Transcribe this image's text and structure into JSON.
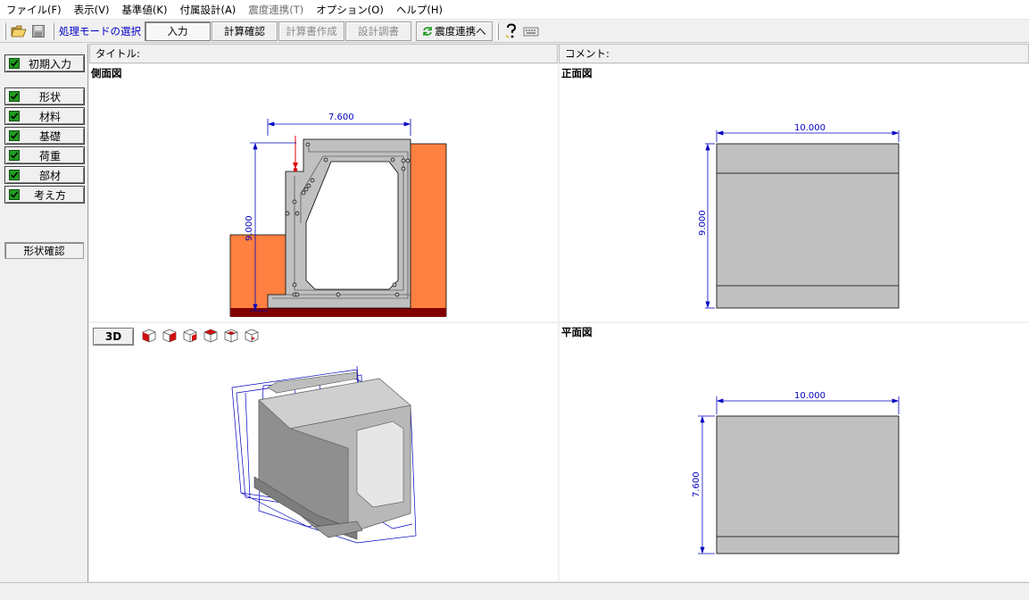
{
  "menu": {
    "items": [
      {
        "label": "ファイル(F)",
        "enabled": true
      },
      {
        "label": "表示(V)",
        "enabled": true
      },
      {
        "label": "基準値(K)",
        "enabled": true
      },
      {
        "label": "付属設計(A)",
        "enabled": true
      },
      {
        "label": "震度連携(T)",
        "enabled": false
      },
      {
        "label": "オプション(O)",
        "enabled": true
      },
      {
        "label": "ヘルプ(H)",
        "enabled": true
      }
    ]
  },
  "toolbar": {
    "mode_label": "処理モードの選択",
    "modes": [
      {
        "label": "入力",
        "state": "active"
      },
      {
        "label": "計算確認",
        "state": "enabled"
      },
      {
        "label": "計算書作成",
        "state": "disabled"
      },
      {
        "label": "設計調書",
        "state": "disabled"
      }
    ],
    "link_label": "震度連携へ",
    "icons": [
      "open-folder-icon",
      "save-disk-icon",
      "refresh-icon",
      "help-icon",
      "keyboard-icon"
    ]
  },
  "sidebar": {
    "initial_input": "初期入力",
    "items": [
      {
        "label": "形状",
        "checked": true
      },
      {
        "label": "材料",
        "checked": true
      },
      {
        "label": "基礎",
        "checked": true
      },
      {
        "label": "荷重",
        "checked": true
      },
      {
        "label": "部材",
        "checked": true
      },
      {
        "label": "考え方",
        "checked": true
      }
    ],
    "confirm_label": "形状確認"
  },
  "header": {
    "title_label": "タイトル:",
    "comment_label": "コメント:"
  },
  "views": {
    "side": {
      "title": "側面図",
      "width_dim": "7.600",
      "height_dim": "9.000"
    },
    "front": {
      "title": "正面図",
      "width_dim": "10.000",
      "height_dim": "9.000"
    },
    "three_d": {
      "button_label": "3D",
      "view_icons": [
        "cube-view-1-icon",
        "cube-view-2-icon",
        "cube-view-3-icon",
        "cube-view-4-icon",
        "cube-view-5-icon",
        "cube-view-6-icon"
      ]
    },
    "plan": {
      "title": "平面図",
      "width_dim": "10.000",
      "height_dim": "7.600"
    }
  },
  "colors": {
    "soil": "#ff8040",
    "concrete": "#c0c0c0",
    "foundation": "#800000",
    "dimension": "#0000c0",
    "load_arrow": "#e00000",
    "mode_label": "#0000c8",
    "checkbox": "#1f9e1f"
  }
}
